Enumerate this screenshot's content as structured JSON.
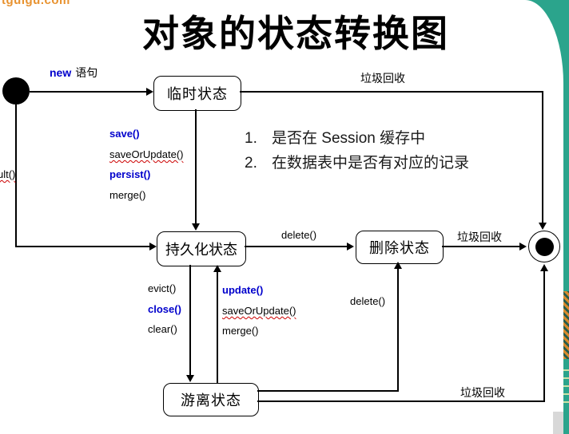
{
  "header": {
    "logo_text": "tguigu.com",
    "title": "对象的状态转换图"
  },
  "colors": {
    "accent_teal": "#2BA48C",
    "logo_orange": "#E8922F",
    "method_blue": "#0000CC",
    "spellcheck_red": "#CC0000"
  },
  "diagram": {
    "nodes": {
      "transient": {
        "label": "临时状态"
      },
      "persistent": {
        "label": "持久化状态"
      },
      "removed": {
        "label": "删除状态"
      },
      "detached": {
        "label": "游离状态"
      }
    },
    "edge_labels": {
      "new_keyword": "new",
      "new_suffix": "语句",
      "gc_top": "垃圾回收",
      "gc_mid": "垃圾回收",
      "gc_bottom": "垃圾回收",
      "delete_top": "delete()",
      "delete_right": "delete()",
      "cut_left": "ult()",
      "to_persistent": [
        "save()",
        "saveOrUpdate()",
        "persist()",
        "merge()"
      ],
      "to_detached": [
        "evict()",
        "close()",
        "clear()"
      ],
      "from_detached": [
        "update()",
        "saveOrUpdate()",
        "merge()"
      ]
    },
    "notes": [
      {
        "num": "1.",
        "text": "是否在 Session 缓存中"
      },
      {
        "num": "2.",
        "text": "在数据表中是否有对应的记录"
      }
    ]
  }
}
